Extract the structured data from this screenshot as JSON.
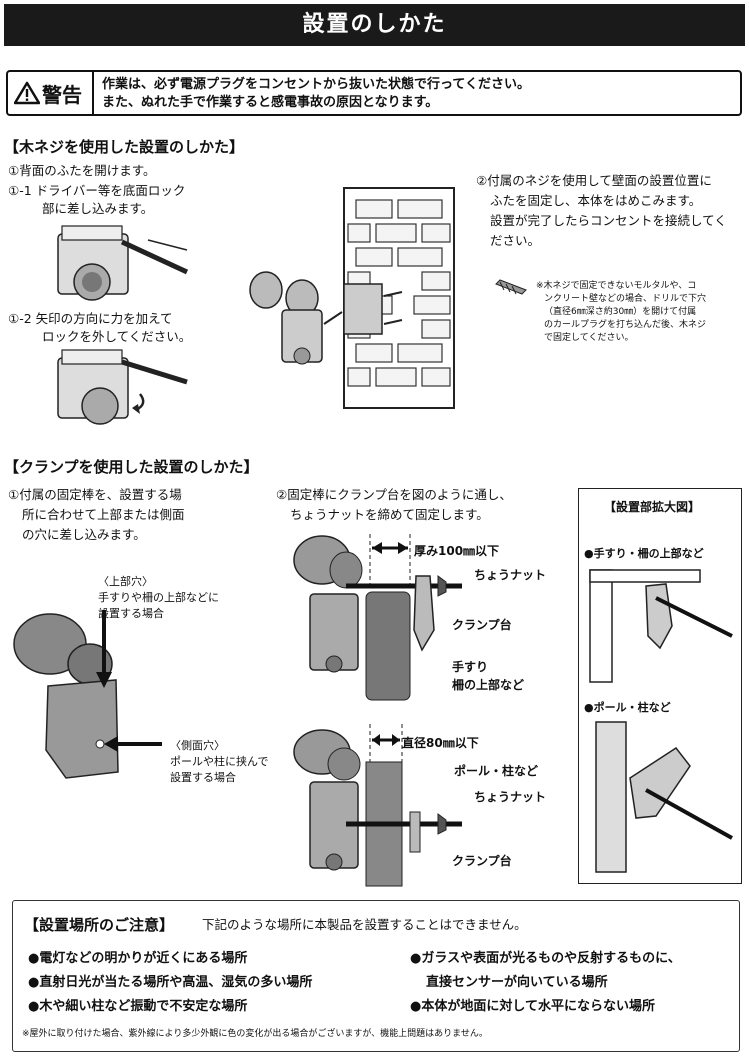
{
  "header": {
    "title": "設置のしかた"
  },
  "warning": {
    "label": "警告",
    "line1": "作業は、必ず電源プラグをコンセントから抜いた状態で行ってください。",
    "line2": "また、ぬれた手で作業すると感電事故の原因となります。"
  },
  "wood_screw": {
    "heading": "【木ネジを使用した設置のしかた】",
    "step1": "①背面のふたを開けます。",
    "step1_1_a": "①-1 ドライバー等を底面ロック",
    "step1_1_b": "部に差し込みます。",
    "step1_2_a": "①-2 矢印の方向に力を加えて",
    "step1_2_b": "ロックを外してください。",
    "step2_a": "②付属のネジを使用して壁面の設置位置に",
    "step2_b": "ふたを固定し、本体をはめこみます。",
    "step2_c": "設置が完了したらコンセントを接続してく",
    "step2_d": "ださい。",
    "note_a": "※木ネジで固定できないモルタルや、コ",
    "note_b": "ンクリート壁などの場合、ドリルで下穴",
    "note_c": "（直径6㎜深さ約30㎜）を開けて付属",
    "note_d": "のカールプラグを打ち込んだ後、木ネジ",
    "note_e": "で固定してください。"
  },
  "clamp": {
    "heading": "【クランプを使用した設置のしかた】",
    "step1_a": "①付属の固定棒を、設置する場",
    "step1_b": "所に合わせて上部または側面",
    "step1_c": "の穴に差し込みます。",
    "top_hole_title": "〈上部穴〉",
    "top_hole_a": "手すりや柵の上部などに",
    "top_hole_b": "設置する場合",
    "side_hole_title": "〈側面穴〉",
    "side_hole_a": "ポールや柱に挟んで",
    "side_hole_b": "設置する場合",
    "step2_a": "②固定棒にクランプ台を図のように通し、",
    "step2_b": "ちょうナットを締めて固定します。",
    "thickness": "厚み100㎜以下",
    "wing_nut": "ちょうナット",
    "clamp_base": "クランプ台",
    "handrail_a": "手すり",
    "handrail_b": "柵の上部など",
    "diameter": "直径80㎜以下",
    "pole": "ポール・柱など",
    "wing_nut2": "ちょうナット",
    "clamp_base2": "クランプ台",
    "zoom_title": "【設置部拡大図】",
    "zoom_a": "●手すり・柵の上部など",
    "zoom_b": "●ポール・柱など"
  },
  "notice": {
    "heading": "【設置場所のご注意】",
    "intro": "下記のような場所に本製品を設置することはできません。",
    "item1": "●電灯などの明かりが近くにある場所",
    "item2": "●直射日光が当たる場所や高温、湿気の多い場所",
    "item3": "●木や細い柱など振動で不安定な場所",
    "item4a": "●ガラスや表面が光るものや反射するものに、",
    "item4b": "直接センサーが向いている場所",
    "item5": "●本体が地面に対して水平にならない場所",
    "footnote": "※屋外に取り付けた場合、紫外線により多少外観に色の変化が出る場合がございますが、機能上問題はありません。"
  }
}
